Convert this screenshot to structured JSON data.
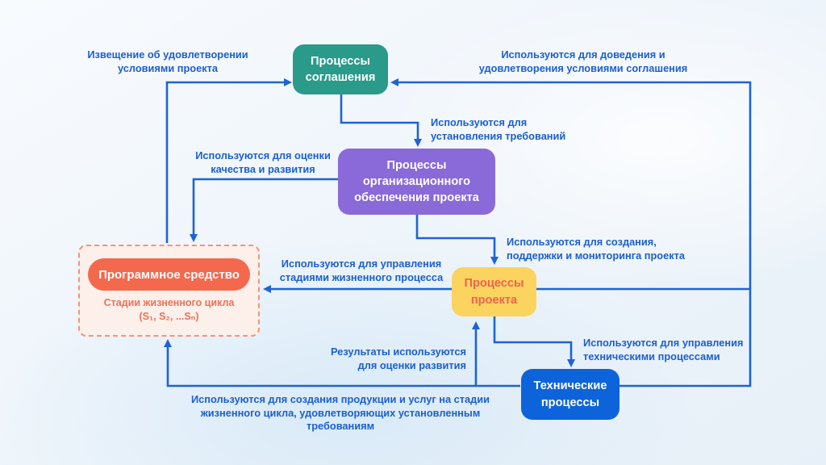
{
  "diagram": {
    "nodes": {
      "agreement": {
        "label": "Процессы\nсоглашения",
        "color": "#2a9a8a"
      },
      "org_support": {
        "label": "Процессы\nорганизационного\nобеспечения проекта",
        "color": "#8a69d8"
      },
      "project": {
        "label": "Процессы\nпроекта",
        "color": "#fbd35f",
        "text_color": "#ee6350"
      },
      "technical": {
        "label": "Технические\nпроцессы",
        "color": "#0d64da"
      },
      "software": {
        "title": "Программное средство",
        "caption": "Стадии жизненного цикла",
        "stages": "(S₁, S₂, ...Sₙ)",
        "pill_color": "#f4694e",
        "panel_color": "#fdf0ea",
        "border_color": "#f0957c"
      }
    },
    "edge_labels": {
      "notice": "Извещение об удовлетворении\nусловиями проекта",
      "to_agreement": "Используются для доведения и\nудовлетворения условиями соглашения",
      "establish_requirements": "Используются для\nустановления требований",
      "quality_assessment": "Используются для оценки\nкачества и развития",
      "create_support_monitor": "Используются для создания,\nподдержки и мониторинга проекта",
      "manage_stages": "Используются для управления\nстадиями жизненного процесса",
      "manage_technical": "Используются для управления\nтехническими процессами",
      "results_evaluation": "Результаты используются\nдля оценки  развития",
      "create_products": "Используются для создания продукции и услуг на стадии\nжизненного цикла, удовлетворяющих установленным требованиям"
    },
    "colors": {
      "connector": "#1d64d2",
      "label_text": "#1b5fd1",
      "background": "#eff5fb"
    }
  }
}
